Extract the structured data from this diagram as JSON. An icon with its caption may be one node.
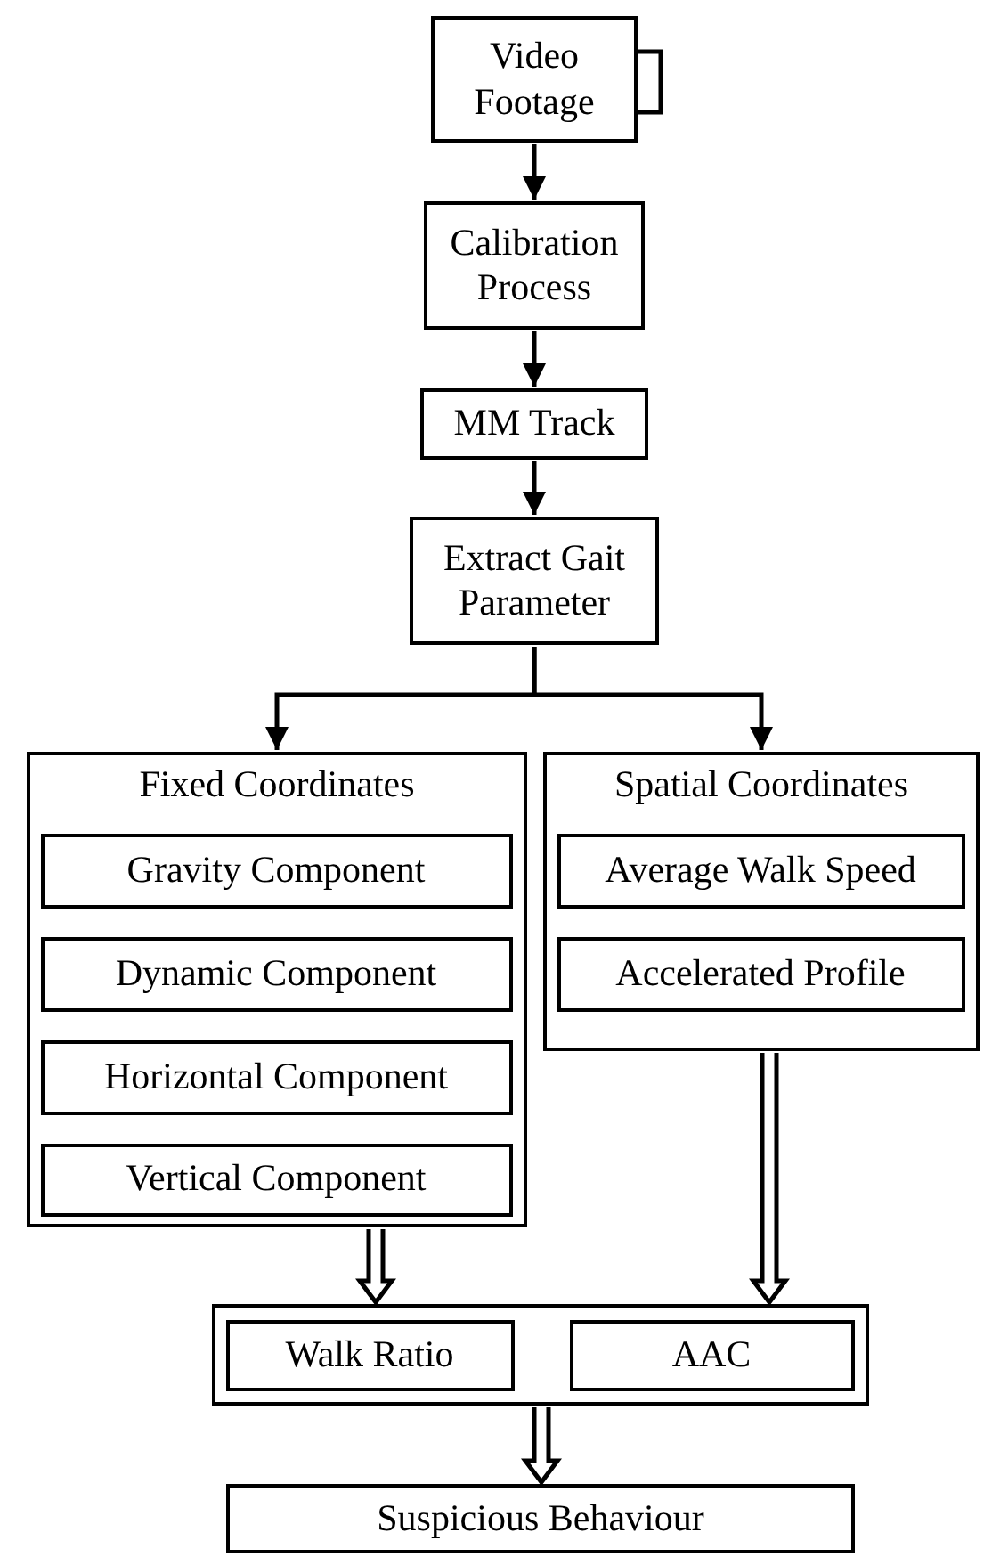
{
  "diagram": {
    "nodes": [
      {
        "text": [
          "Video Footage"
        ]
      },
      {
        "text": [
          "Calibration Process"
        ]
      },
      {
        "text": [
          "MM Track"
        ]
      },
      {
        "text": [
          "Extract Gait Parameter"
        ]
      },
      {
        "text": [
          "Fixed Coordinates"
        ]
      },
      {
        "text": [
          "Gravity Component"
        ],
        "in": 4
      },
      {
        "text": [
          "Dynamic Component"
        ],
        "in": 4
      },
      {
        "text": [
          "Horizontal Component"
        ],
        "in": 4
      },
      {
        "text": [
          "Vertical Component"
        ],
        "in": 4
      },
      {
        "text": [
          "Spatial Coordinates"
        ]
      },
      {
        "text": [
          "Average Walk Speed"
        ],
        "in": 9
      },
      {
        "text": [
          "Accelerated Profile"
        ],
        "in": 9
      },
      {
        "text": [],
        "shape": "box"
      },
      {
        "text": [
          "Walk Ratio"
        ],
        "in": 12
      },
      {
        "text": [
          "AAC"
        ],
        "in": 12
      },
      {
        "text": [
          "Suspicious Behaviour"
        ]
      }
    ],
    "edges": [
      {
        "from": 0,
        "to": 1,
        "arrow": "to"
      },
      {
        "from": 1,
        "to": 2,
        "arrow": "to"
      },
      {
        "from": 2,
        "to": 3,
        "arrow": "to"
      },
      {
        "from": 3,
        "to": 4,
        "arrow": "to"
      },
      {
        "from": 3,
        "to": 9,
        "arrow": "to"
      },
      {
        "from": 4,
        "to": 12,
        "arrow": "to",
        "style": "thick"
      },
      {
        "from": 9,
        "to": 12,
        "arrow": "to",
        "style": "thick"
      },
      {
        "from": 12,
        "to": 15,
        "arrow": "to",
        "style": "thick"
      }
    ]
  }
}
